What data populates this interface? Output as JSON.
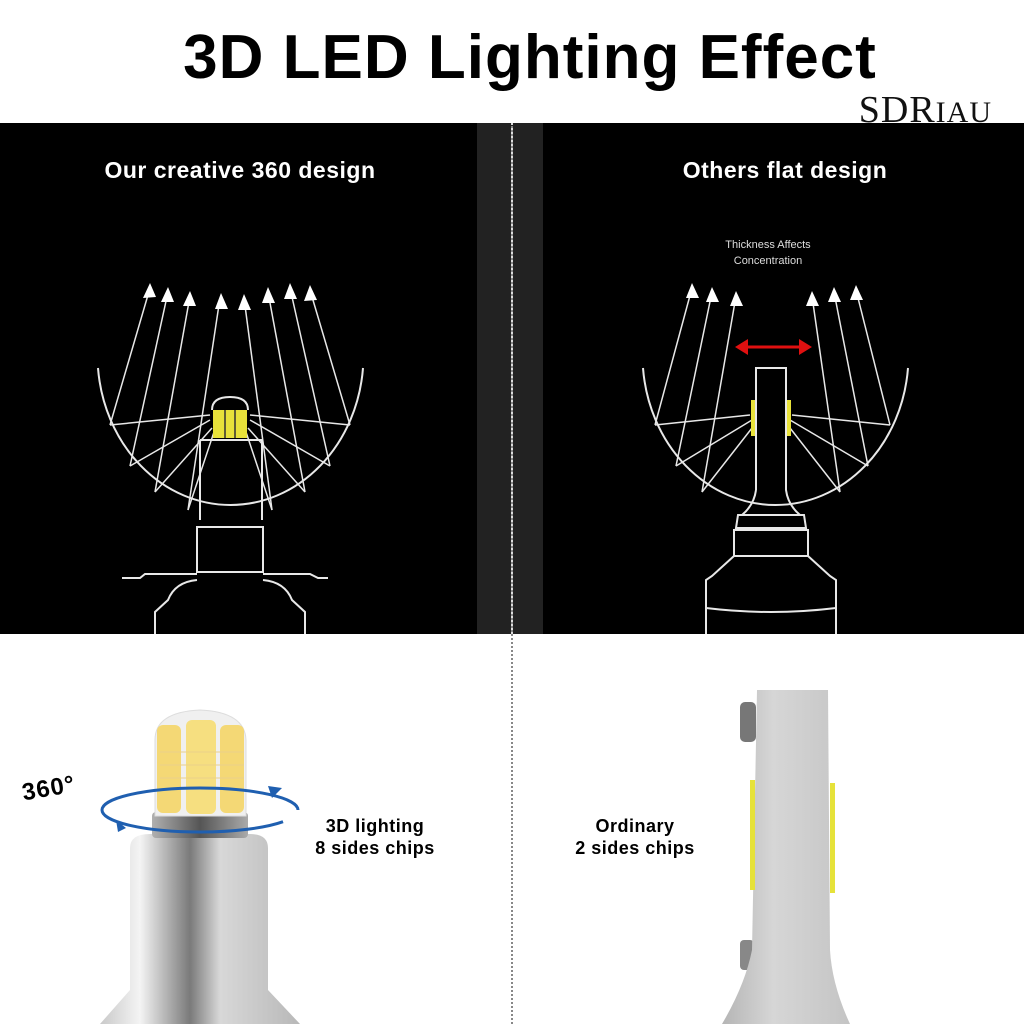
{
  "header": {
    "title": "3D LED Lighting Effect",
    "watermark": {
      "first": "SDR",
      "small": "IAU"
    }
  },
  "left_panel": {
    "heading": "Our creative 360 design",
    "chip_color": "#e8e23a",
    "arrow_count": 8
  },
  "right_panel": {
    "heading": "Others flat design",
    "note_line1": "Thickness Affects",
    "note_line2": "Concentration",
    "arrow_color": "#e01010",
    "chip_color": "#e8e23a",
    "arrow_count": 6
  },
  "bottom_left": {
    "rotation_label": "360°",
    "caption_line1": "3D lighting",
    "caption_line2": "8 sides chips",
    "ring_color": "#1f5fb0"
  },
  "bottom_right": {
    "caption_line1": "Ordinary",
    "caption_line2": "2 sides chips"
  }
}
